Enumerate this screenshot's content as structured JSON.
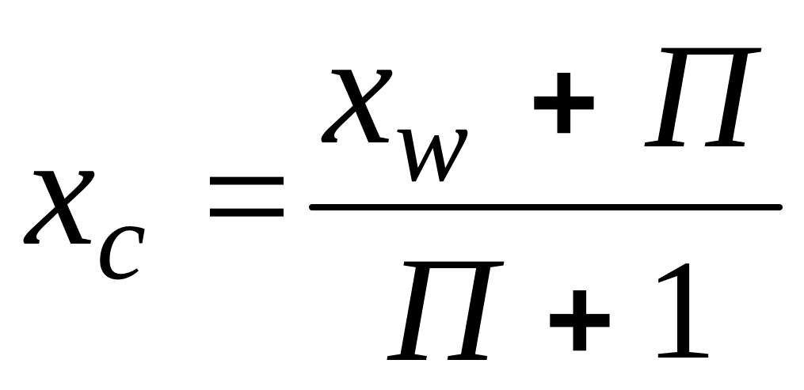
{
  "formula": {
    "lhs": {
      "variable": "x",
      "subscript": "c"
    },
    "equals": "=",
    "numerator": {
      "variable": "x",
      "subscript": "w",
      "operator": "+",
      "term": "Π"
    },
    "denominator": {
      "term": "Π",
      "operator": "+",
      "constant": "1"
    }
  }
}
